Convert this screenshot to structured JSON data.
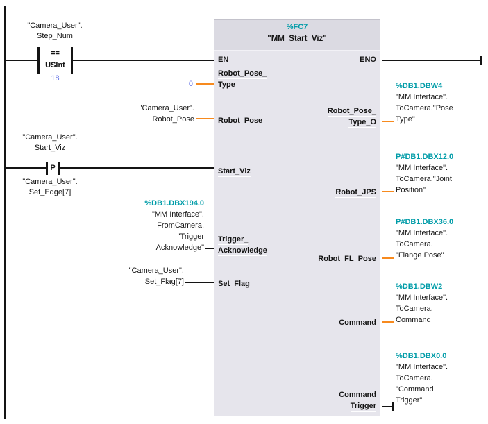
{
  "colors": {
    "address_teal": "#009CA8",
    "wire_orange": "#F78A1E",
    "constant_blue": "#6A79E6",
    "wire_black": "#141414",
    "block_body": "#E6E5EC",
    "block_header": "#DBDAE2"
  },
  "rung_compare": {
    "operand": [
      "\"Camera_User\".",
      "Step_Num"
    ],
    "operator": "==",
    "data_type": "USInt",
    "constant": "18"
  },
  "rung_edge": {
    "operand": [
      "\"Camera_User\".",
      "Start_Viz"
    ],
    "symbol": "P",
    "edge_memory": [
      "\"Camera_User\".",
      "Set_Edge[7]"
    ]
  },
  "block": {
    "address": "%FC7",
    "title": "\"MM_Start_Viz\"",
    "pins": {
      "en": "EN",
      "eno": "ENO",
      "robot_pose_type": [
        "Robot_Pose_",
        "Type"
      ],
      "robot_pose": "Robot_Pose",
      "start_viz": "Start_Viz",
      "trigger_acknowledge": [
        "Trigger_",
        "Acknowledge"
      ],
      "set_flag": "Set_Flag",
      "robot_pose_type_o": [
        "Robot_Pose_",
        "Type_O"
      ],
      "robot_jps": "Robot_JPS",
      "robot_fl_pose": "Robot_FL_Pose",
      "command": "Command",
      "command_trigger": [
        "Command",
        "Trigger"
      ]
    }
  },
  "operands": {
    "robot_pose_type_const": "0",
    "robot_pose": [
      "\"Camera_User\".",
      "Robot_Pose"
    ],
    "trigger_acknowledge": [
      "%DB1.DBX194.0",
      "\"MM Interface\".",
      "FromCamera.",
      "\"Trigger",
      "Acknowledge\""
    ],
    "set_flag": [
      "\"Camera_User\".",
      "Set_Flag[7]"
    ],
    "robot_pose_type_o": [
      "%DB1.DBW4",
      "\"MM Interface\".",
      "ToCamera.\"Pose",
      "Type\""
    ],
    "robot_jps": [
      "P#DB1.DBX12.0",
      "\"MM Interface\".",
      "ToCamera.\"Joint",
      "Position\""
    ],
    "robot_fl_pose": [
      "P#DB1.DBX36.0",
      "\"MM Interface\".",
      "ToCamera.",
      "\"Flange Pose\""
    ],
    "command": [
      "%DB1.DBW2",
      "\"MM Interface\".",
      "ToCamera.",
      "Command"
    ],
    "command_trigger": [
      "%DB1.DBX0.0",
      "\"MM Interface\".",
      "ToCamera.",
      "\"Command",
      "Trigger\""
    ]
  }
}
